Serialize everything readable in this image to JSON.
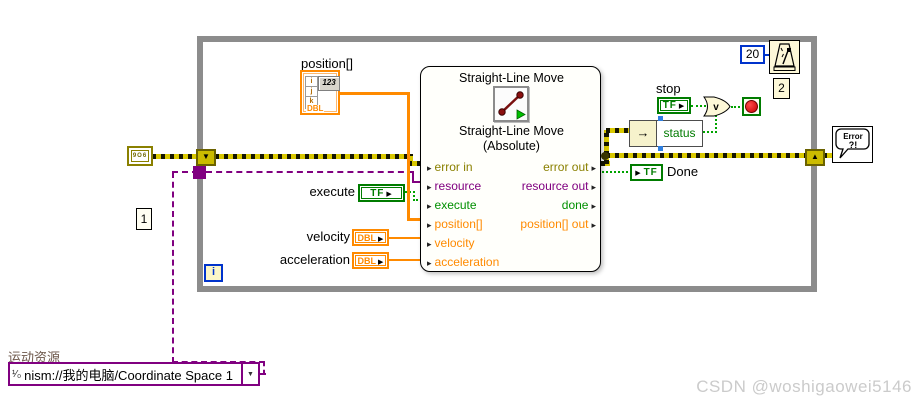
{
  "watermark": "CSDN @woshigaowei5146",
  "loop": {
    "iteration": "i",
    "label1": "1",
    "label2": "2",
    "wait_ms": "20"
  },
  "subvi": {
    "header": "Straight-Line Move",
    "caption1": "Straight-Line Move",
    "caption2": "(Absolute)",
    "inputs": [
      "error in",
      "resource",
      "execute",
      "position[]",
      "velocity",
      "acceleration"
    ],
    "outputs": [
      "error out",
      "resource out",
      "done",
      "position[] out"
    ]
  },
  "controls": {
    "position": {
      "label": "position[]",
      "type": "DBL",
      "display": "123",
      "idx": [
        "i",
        "j",
        "k"
      ]
    },
    "execute": {
      "label": "execute",
      "tf": "TF"
    },
    "velocity": {
      "label": "velocity",
      "type": "DBL"
    },
    "acceleration": {
      "label": "acceleration",
      "type": "DBL"
    },
    "stop": {
      "label": "stop",
      "tf": "TF"
    },
    "done": {
      "label": "Done",
      "tf": "TF"
    },
    "status": {
      "field": "status"
    },
    "or": {
      "glyph": "v"
    },
    "error_constant_glyph": "9O6"
  },
  "resource": {
    "label": "运动资源",
    "io_glyph": "¹⁄₀",
    "value": "nism://我的电脑/Coordinate Space 1"
  },
  "error_handler": {
    "line1": "Error",
    "line2": "?!"
  },
  "colors": {
    "error_wire": "#d9c800",
    "resource_wire": "#800080",
    "boolean_wire": "#00a300",
    "numeric_wire": "#ff8a00",
    "loop_border": "#8c8c8c"
  }
}
